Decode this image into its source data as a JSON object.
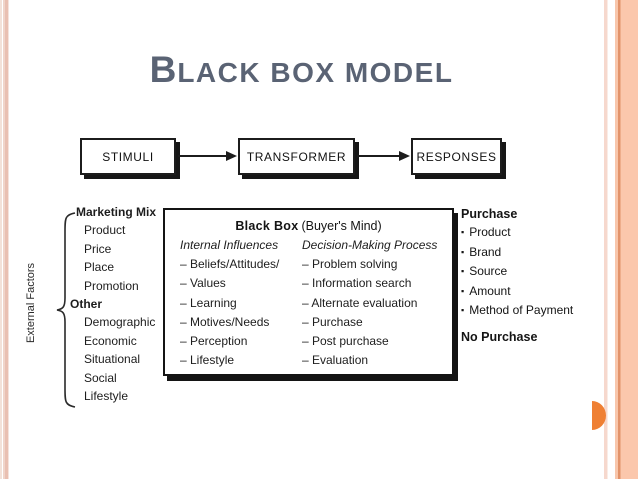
{
  "slide": {
    "title": {
      "first_letter": "B",
      "rest": "LACK BOX MODEL"
    },
    "colors": {
      "title_text": "#5a6374",
      "border_salmon": "#fbc7ac",
      "border_orange_line": "#e2936a",
      "semicircle_orange": "#ef8034",
      "diagram_ink": "#1c1c1c"
    }
  },
  "flow": {
    "stimuli": "STIMULI",
    "transformer": "TRANSFORMER",
    "responses": "RESPONSES"
  },
  "left_panel": {
    "rotated_label": "External Factors",
    "lines": [
      {
        "text": "Marketing Mix",
        "style": "header"
      },
      {
        "text": "Product",
        "style": "item"
      },
      {
        "text": "Price",
        "style": "item"
      },
      {
        "text": "Place",
        "style": "item"
      },
      {
        "text": "Promotion",
        "style": "item"
      },
      {
        "text": "Other",
        "style": "subheader"
      },
      {
        "text": "Demographic",
        "style": "item"
      },
      {
        "text": "Economic",
        "style": "item"
      },
      {
        "text": "Situational",
        "style": "item"
      },
      {
        "text": "Social",
        "style": "item"
      },
      {
        "text": "Lifestyle",
        "style": "item"
      }
    ]
  },
  "black_box": {
    "title_bold": "Black Box",
    "title_note": "(Buyer's Mind)",
    "col1": {
      "header": "Internal Influences",
      "items": [
        "– Beliefs/Attitudes/",
        "– Values",
        "– Learning",
        "– Motives/Needs",
        "– Perception",
        "– Lifestyle"
      ]
    },
    "col2": {
      "header": "Decision-Making Process",
      "items": [
        "– Problem solving",
        "– Information search",
        "– Alternate evaluation",
        "– Purchase",
        "– Post purchase",
        "– Evaluation"
      ]
    }
  },
  "right_panel": {
    "purchase_header": "Purchase",
    "bullet": "▪",
    "purchase_items": [
      "Product",
      "Brand",
      "Source",
      "Amount",
      "Method of Payment"
    ],
    "no_purchase_header": "No Purchase"
  }
}
